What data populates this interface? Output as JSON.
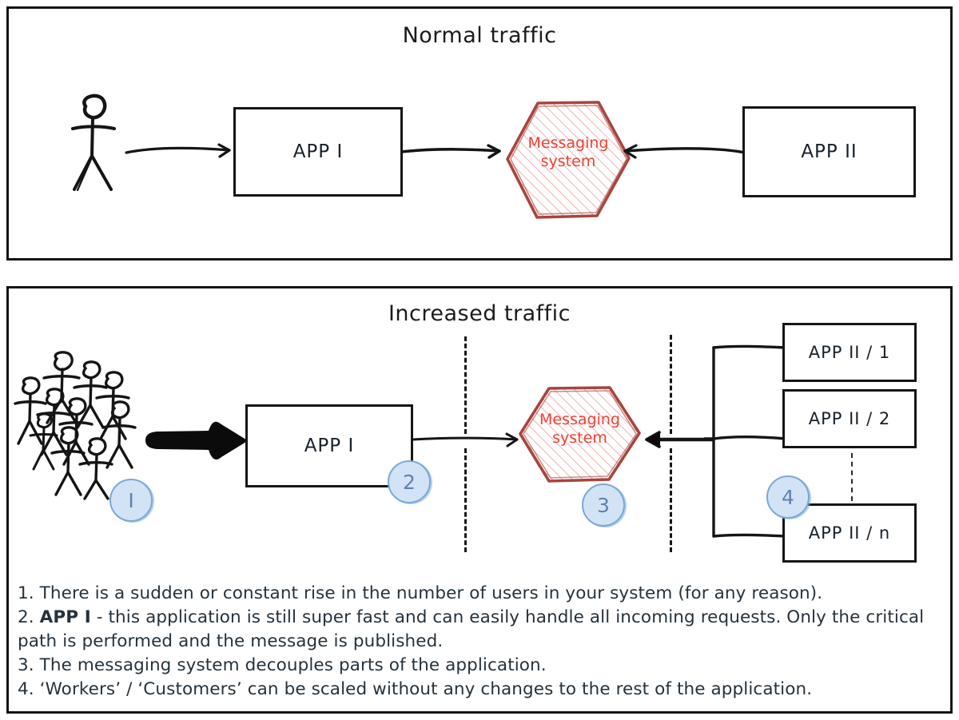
{
  "document": {
    "kind": "hand-drawn architecture diagram",
    "background_color": "#ffffff"
  },
  "colors": {
    "ink": "#151515",
    "text": "#1b1b1b",
    "messaging_accent": "#ef4136",
    "messaging_border": "#a8443e",
    "messaging_hatch": "#e9a09a",
    "badge_fill": "#d3e3f6",
    "badge_border": "#7aa8d8",
    "badge_text": "#5c83ad",
    "explain_text": "#25323c"
  },
  "panels": [
    {
      "id": "normal-traffic",
      "title": "Normal traffic",
      "nodes": [
        {
          "type": "stick-figure",
          "label": ""
        },
        {
          "type": "box",
          "label": "APP I"
        },
        {
          "type": "hexagon",
          "label_line1": "Messaging",
          "label_line2": "system"
        },
        {
          "type": "box",
          "label": "APP II"
        }
      ]
    },
    {
      "id": "increased-traffic",
      "title": "Increased traffic",
      "nodes": [
        {
          "type": "crowd",
          "label": ""
        },
        {
          "type": "box",
          "label": "APP I"
        },
        {
          "type": "hexagon",
          "label_line1": "Messaging",
          "label_line2": "system"
        },
        {
          "type": "box",
          "label": "APP II / 1"
        },
        {
          "type": "box",
          "label": "APP II / 2"
        },
        {
          "type": "ellipsis",
          "label": ""
        },
        {
          "type": "box",
          "label": "APP II / n"
        }
      ],
      "badges": [
        {
          "id": "badge-1",
          "label": "I"
        },
        {
          "id": "badge-2",
          "label": "2"
        },
        {
          "id": "badge-3",
          "label": "3"
        },
        {
          "id": "badge-4",
          "label": "4"
        }
      ]
    }
  ],
  "explanation": {
    "lines": [
      {
        "number": "1.",
        "parts": [
          {
            "text": " There is a sudden or constant rise in the number of users in your system (for any reason).",
            "bold": false
          }
        ]
      },
      {
        "number": "2.",
        "parts": [
          {
            "text": " ",
            "bold": false
          },
          {
            "text": "APP I",
            "bold": true
          },
          {
            "text": " - this application is still super fast and can easily handle all incoming requests. Only the critical path is performed and the message is published.",
            "bold": false
          }
        ]
      },
      {
        "number": "3.",
        "parts": [
          {
            "text": " The messaging system decouples parts of the application.",
            "bold": false
          }
        ]
      },
      {
        "number": "4.",
        "parts": [
          {
            "text": " ‘Workers’ / ‘Customers’ can be scaled without any changes to the rest of the application.",
            "bold": false
          }
        ]
      }
    ]
  }
}
